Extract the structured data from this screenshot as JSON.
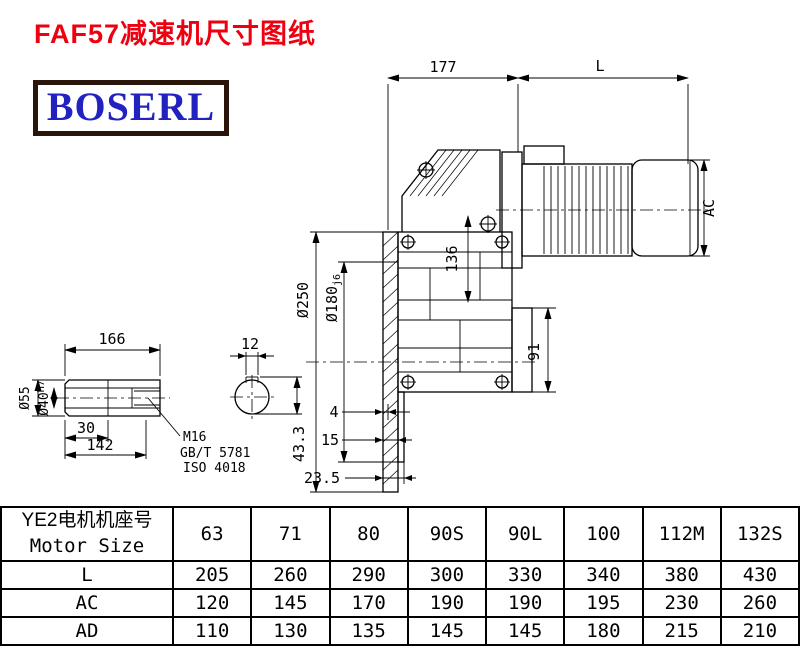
{
  "page": {
    "title": "FAF57减速机尺寸图纸",
    "logo_text": "BOSERL"
  },
  "drawing": {
    "top_width": "177",
    "motor_length": "L",
    "motor_diameter": "AC",
    "flange_diameter": "Ø250",
    "spigot_diameter": "Ø180",
    "spigot_fit": "j6",
    "center_height": "136",
    "foot_height": "91",
    "offset_a": "4",
    "offset_b": "15",
    "offset_c": "23.5",
    "keyway_height": "43.3"
  },
  "shaft_detail": {
    "length_total": "166",
    "keyway_width": "12",
    "length_a": "30",
    "length_b": "142",
    "outer_diameter": "Ø55",
    "bore_diameter": "Ø40",
    "bore_fit": "H7",
    "thread": "M16",
    "thread_std_1": "GB/T 5781",
    "thread_std_2": "ISO 4018"
  },
  "table": {
    "header_line1": "YE2电机机座号",
    "header_line2": "Motor Size",
    "motor_sizes": [
      "63",
      "71",
      "80",
      "90S",
      "90L",
      "100",
      "112M",
      "132S"
    ],
    "rows": [
      {
        "label": "L",
        "values": [
          "205",
          "260",
          "290",
          "300",
          "330",
          "340",
          "380",
          "430"
        ]
      },
      {
        "label": "AC",
        "values": [
          "120",
          "145",
          "170",
          "190",
          "190",
          "195",
          "230",
          "260"
        ]
      },
      {
        "label": "AD",
        "values": [
          "110",
          "130",
          "135",
          "145",
          "145",
          "180",
          "215",
          "210"
        ]
      }
    ]
  }
}
